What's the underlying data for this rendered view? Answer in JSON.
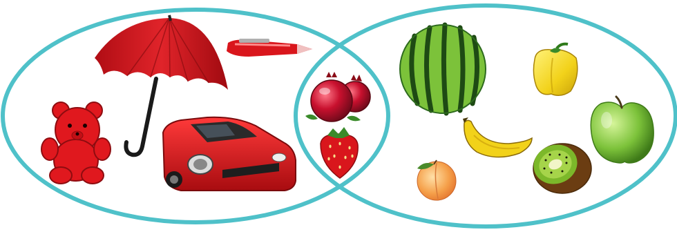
{
  "diagram": {
    "type": "venn",
    "outline_color": "#4fc1c9",
    "sets": [
      {
        "id": "left",
        "items": [
          "teddy-bear",
          "umbrella",
          "pen",
          "car"
        ]
      },
      {
        "id": "right",
        "items": [
          "watermelon",
          "yellow-pepper",
          "banana",
          "green-apple",
          "peach",
          "kiwi"
        ]
      }
    ],
    "intersection": {
      "items": [
        "pomegranate",
        "strawberry"
      ]
    }
  },
  "colors": {
    "red": "#d9161c",
    "dark_red": "#8e0c10",
    "yellow": "#f2d21a",
    "green": "#5aa82a",
    "dark_green": "#1e5a1a",
    "brown": "#6b3d12",
    "orange": "#f29a4a"
  }
}
